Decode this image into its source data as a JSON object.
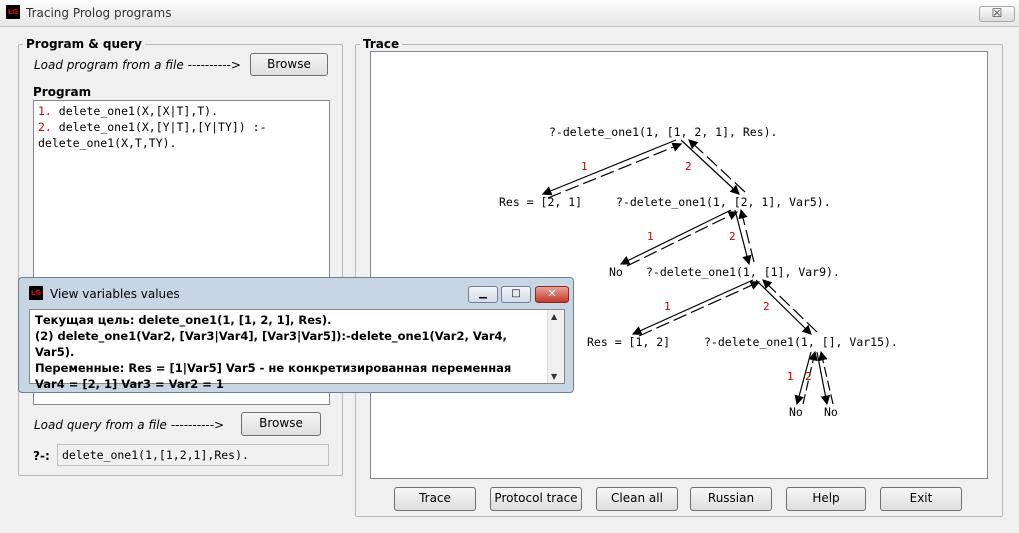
{
  "window": {
    "title": "Tracing Prolog programs",
    "close": "☒"
  },
  "left_panel": {
    "group_title": "Program & query",
    "load_program_label": "Load program from a file ---------->",
    "browse_label": "Browse",
    "program_label": "Program",
    "program_lines": [
      {
        "num": "1.",
        "text": " delete_one1(X,[X|T],T)."
      },
      {
        "num": "2.",
        "text": " delete_one1(X,[Y|T],[Y|TY]) :-"
      },
      {
        "num": "",
        "text": "delete_one1(X,T,TY)."
      }
    ],
    "load_query_label": "Load query from a file ---------->",
    "browse2_label": "Browse",
    "query_prompt": "?-:",
    "query_value": "delete_one1(1,[1,2,1],Res)."
  },
  "trace_panel": {
    "group_title": "Trace",
    "nodes": [
      "?-delete_one1(1, [1, 2, 1], Res).",
      "Res = [2, 1]",
      "?-delete_one1(1, [2, 1], Var5).",
      "No",
      "?-delete_one1(1, [1], Var9).",
      "Res = [1, 2]",
      "?-delete_one1(1, [], Var15).",
      "No",
      "No"
    ],
    "labels": [
      "1",
      "2",
      "1",
      "2",
      "1",
      "2",
      "1",
      "2"
    ]
  },
  "buttons": [
    "Trace",
    "Protocol trace",
    "Clean all",
    "Russian",
    "Help",
    "Exit"
  ],
  "popup": {
    "title": "View variables values",
    "lines": [
      "Текущая цель: delete_one1(1, [1, 2, 1], Res).",
      "(2) delete_one1(Var2, [Var3|Var4], [Var3|Var5]):-delete_one1(Var2, Var4, Var5).",
      "Переменные: Res = [1|Var5]   Var5 - не конкретизированная переменная",
      "Var4 = [2, 1]   Var3 = Var2 = 1"
    ],
    "min": "▁",
    "max": "□",
    "close": "✕"
  }
}
